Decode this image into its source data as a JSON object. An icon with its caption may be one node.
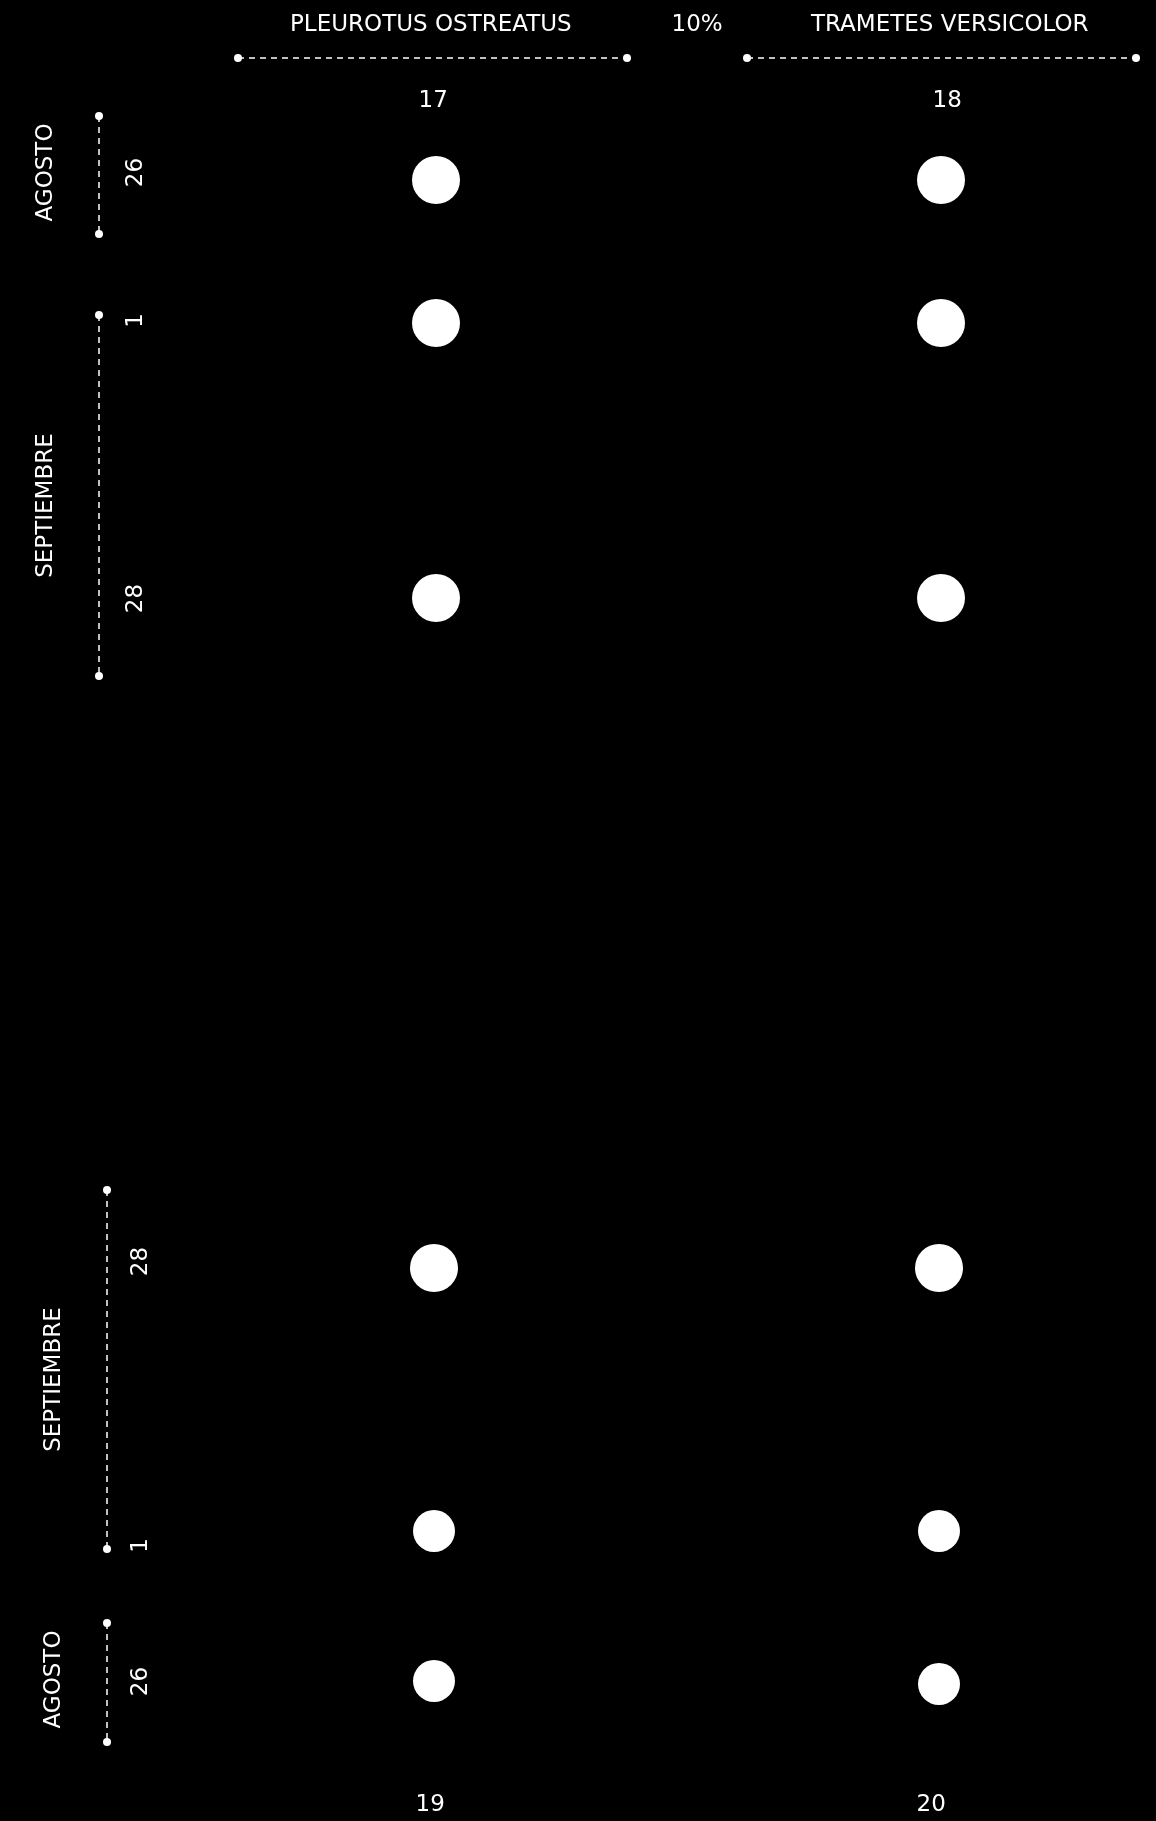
{
  "diagram": {
    "nodes": [
      {
        "text": [],
        "shape": "circle"
      },
      {
        "text": [],
        "shape": "circle"
      },
      {
        "text": [],
        "shape": "circle"
      },
      {
        "text": [],
        "shape": "circle"
      },
      {
        "text": [],
        "shape": "circle"
      },
      {
        "text": [],
        "shape": "circle"
      },
      {
        "text": [],
        "shape": "circle"
      },
      {
        "text": [],
        "shape": "circle"
      },
      {
        "text": [],
        "shape": "circle"
      },
      {
        "text": [],
        "shape": "circle"
      },
      {
        "text": [],
        "shape": "circle"
      },
      {
        "text": [],
        "shape": "circle"
      }
    ],
    "labels": [
      "PLEUROTUS OSTREATUS",
      "10%",
      "TRAMETES VERSICOLOR",
      "17",
      "18",
      "AGOSTO",
      "26",
      "1",
      "SEPTIEMBRE",
      "28",
      "28",
      "SEPTIEMBRE",
      "1",
      "AGOSTO",
      "26",
      "19",
      "20"
    ]
  }
}
